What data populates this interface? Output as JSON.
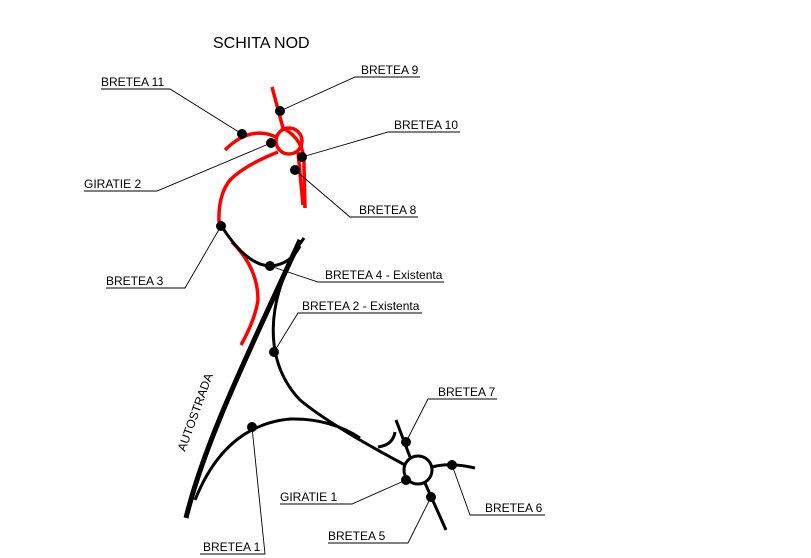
{
  "title": "SCHITA NOD",
  "labels": {
    "bretea11": "BRETEA 11",
    "bretea9": "BRETEA 9",
    "bretea10": "BRETEA 10",
    "giratie2": "GIRATIE 2",
    "bretea8": "BRETEA 8",
    "bretea3": "BRETEA 3",
    "bretea4": "BRETEA 4 - Existenta",
    "bretea2": "BRETEA 2 - Existenta",
    "bretea7": "BRETEA 7",
    "giratie1": "GIRATIE 1",
    "bretea6": "BRETEA 6",
    "bretea5": "BRETEA 5",
    "bretea1": "BRETEA 1",
    "autostrada": "AUTOSTRADA"
  },
  "colors": {
    "proposed": "#ff0000",
    "existing": "#000000"
  }
}
